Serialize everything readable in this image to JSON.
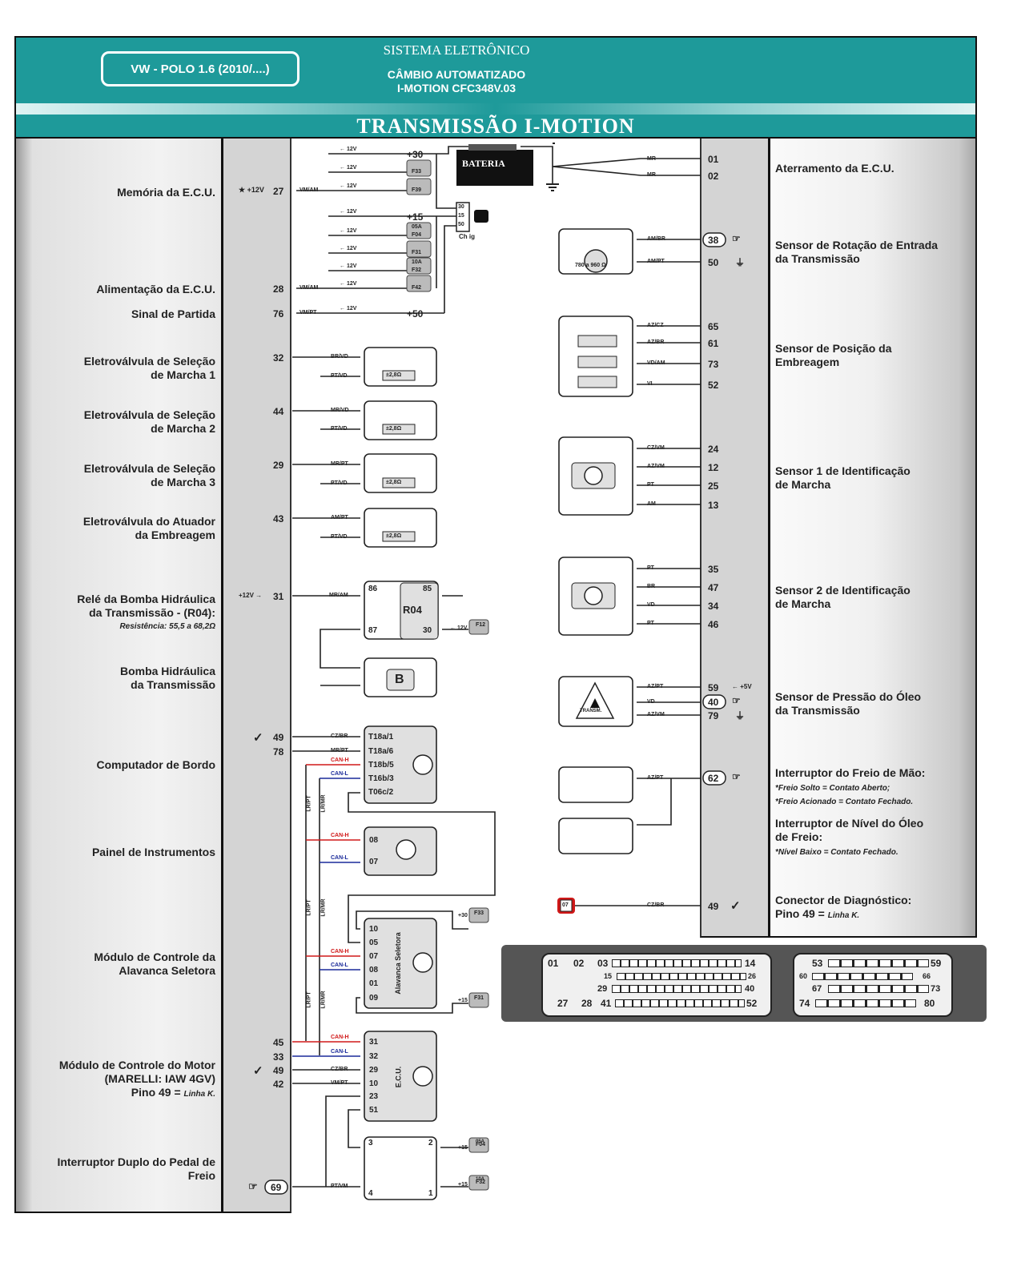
{
  "header": {
    "model": "VW - POLO 1.6 (2010/....)",
    "system": "SISTEMA ELETRÔNICO",
    "subtitle_1": "CÂMBIO AUTOMATIZADO",
    "subtitle_2": "I-MOTION CFC348V.03",
    "title": "TRANSMISSÃO I-MOTION",
    "accent_color": "#1e9a9a"
  },
  "left_labels": [
    {
      "text": "Memória da E.C.U."
    },
    {
      "text": "Alimentação da E.C.U."
    },
    {
      "text": "Sinal de Partida"
    },
    {
      "line1": "Eletroválvula de Seleção",
      "line2": "de Marcha 1"
    },
    {
      "line1": "Eletroválvula de Seleção",
      "line2": "de Marcha 2"
    },
    {
      "line1": "Eletroválvula de Seleção",
      "line2": "de Marcha 3"
    },
    {
      "line1": "Eletroválvula do Atuador",
      "line2": "da Embreagem"
    },
    {
      "line1": "Relé da Bomba Hidráulica",
      "line2": "da Transmissão - (R04):",
      "note": "Resistência: 55,5 a 68,2Ω"
    },
    {
      "line1": "Bomba Hidráulica",
      "line2": "da Transmissão"
    },
    {
      "text": "Computador de Bordo"
    },
    {
      "text": "Painel de Instrumentos"
    },
    {
      "line1": "Módulo de Controle da",
      "line2": "Alavanca Seletora"
    },
    {
      "line1": "Módulo de Controle do Motor",
      "line2": "(MARELLI: IAW 4GV)",
      "line3": "Pino 49 =",
      "note": "Linha K."
    },
    {
      "line1": "Interruptor Duplo do Pedal de",
      "line2": "Freio"
    }
  ],
  "right_labels": [
    {
      "text": "Aterramento da E.C.U."
    },
    {
      "line1": "Sensor de Rotação de Entrada",
      "line2": "da Transmissão"
    },
    {
      "line1": "Sensor de Posição da",
      "line2": "Embreagem"
    },
    {
      "line1": "Sensor 1 de Identificação",
      "line2": "de Marcha"
    },
    {
      "line1": "Sensor 2 de Identificação",
      "line2": "de Marcha"
    },
    {
      "line1": "Sensor de Pressão do Óleo",
      "line2": "da Transmissão"
    },
    {
      "line1": "Interruptor do Freio de Mão:",
      "note1": "*Freio Solto = Contato Aberto;",
      "note2": "*Freio Acionado = Contato Fechado."
    },
    {
      "line1": "Interruptor de Nível do Óleo",
      "line2": "de Freio:",
      "note1": "*Nível Baixo = Contato Fechado."
    },
    {
      "line1": "Conector de Diagnóstico:",
      "line2": "Pino 49 =",
      "note": "Linha K."
    }
  ],
  "left_pins": [
    {
      "pin": "27",
      "wire": "VM/AM",
      "marker": "★ +12V"
    },
    {
      "pin": "28",
      "wire": "VM/AM"
    },
    {
      "pin": "76",
      "wire": "VM/PT"
    },
    {
      "pin": "32",
      "wire": "BR/VD"
    },
    {
      "pin": "44",
      "wire": "MR/VD"
    },
    {
      "pin": "29",
      "wire": "MR/PT"
    },
    {
      "pin": "43",
      "wire": "AM/PT"
    },
    {
      "pin": "31",
      "wire": "MR/AM",
      "marker": "+12V →"
    },
    {
      "pin": "49",
      "wire": "CZ/BR",
      "marker": "✓"
    },
    {
      "pin": "78",
      "wire": "MR/PT"
    },
    {
      "pin": "45",
      "wire": "CAN-H"
    },
    {
      "pin": "33",
      "wire": "CAN-L"
    },
    {
      "pin": "49",
      "wire": "CZ/BR",
      "marker": "✓"
    },
    {
      "pin": "42",
      "wire": "VM/PT"
    },
    {
      "pin": "69",
      "wire": "PT/VM",
      "marker": "☞"
    }
  ],
  "right_pins": [
    {
      "pin": "01",
      "wire": "MR"
    },
    {
      "pin": "02",
      "wire": "MR"
    },
    {
      "pin": "38",
      "wire": "AM/BR",
      "marker": "☞"
    },
    {
      "pin": "50",
      "wire": "AM/PT",
      "marker": "⏚"
    },
    {
      "pin": "65",
      "wire": "AZ/CZ"
    },
    {
      "pin": "61",
      "wire": "AZ/BR"
    },
    {
      "pin": "73",
      "wire": "VD/AM"
    },
    {
      "pin": "52",
      "wire": "VI"
    },
    {
      "pin": "24",
      "wire": "CZ/VM"
    },
    {
      "pin": "12",
      "wire": "AZ/VM"
    },
    {
      "pin": "25",
      "wire": "PT"
    },
    {
      "pin": "13",
      "wire": "AM"
    },
    {
      "pin": "35",
      "wire": "PT"
    },
    {
      "pin": "47",
      "wire": "BR"
    },
    {
      "pin": "34",
      "wire": "VD"
    },
    {
      "pin": "46",
      "wire": "PT"
    },
    {
      "pin": "59",
      "wire": "AZ/PT",
      "marker": "← +5V"
    },
    {
      "pin": "40",
      "wire": "VD",
      "marker": "☞"
    },
    {
      "pin": "79",
      "wire": "AZ/VM",
      "marker": "⏚"
    },
    {
      "pin": "62",
      "wire": "AZ/PT",
      "marker": "☞"
    },
    {
      "pin": "49",
      "wire": "CZ/BR",
      "marker": "✓"
    }
  ],
  "power": {
    "battery": "BATERIA",
    "lines": [
      "+30",
      "+15",
      "+50"
    ],
    "voltage": "← 12V",
    "fuses_top": [
      "F33",
      "F39"
    ],
    "fuses_mid": [
      {
        "id": "F04",
        "amp": "05A"
      },
      {
        "id": "F31"
      },
      {
        "id": "F32",
        "amp": "10A"
      },
      {
        "id": "F42"
      }
    ],
    "ignition_label": "Ch ig",
    "ignition_pins": [
      "30",
      "15",
      "50"
    ]
  },
  "solenoid_resistance": "±2,8Ω",
  "solenoid_ground_wire": "PT/VD",
  "rotation_sensor_resistance": "780 a 960 Ω",
  "relay": {
    "name": "R04",
    "pins": [
      "86",
      "85",
      "87",
      "30"
    ],
    "fuse": "F12",
    "voltage": "← 12V"
  },
  "pump_label": "B",
  "pressure_sensor_label": "TRANSM.",
  "board_computer_pins": [
    "T18a/1",
    "T18a/6",
    "T18b/5",
    "T16b/3",
    "T06c/2"
  ],
  "panel_pins": [
    "08",
    "07"
  ],
  "selector_module": {
    "label": "Alavanca Seletora",
    "pins": [
      "10",
      "05",
      "07",
      "08",
      "01",
      "09"
    ],
    "fuse_top": {
      "id": "F33",
      "line": "+30"
    },
    "fuse_bottom": {
      "id": "F31",
      "line": "+15"
    }
  },
  "ecu_module": {
    "label": "E.C.U.",
    "pins": [
      "31",
      "32",
      "29",
      "10",
      "23",
      "51"
    ]
  },
  "brake_switch": {
    "pins": [
      "3",
      "2",
      "4",
      "1"
    ],
    "fuse_top": {
      "id": "F04",
      "amp": "05A",
      "line": "+15"
    },
    "fuse_bottom": {
      "id": "F32",
      "amp": "10A",
      "line": "+15"
    }
  },
  "bus_wires": [
    "LR/PT",
    "LR/MR"
  ],
  "can": {
    "high": "CAN-H",
    "low": "CAN-L",
    "high_color": "#d01818",
    "low_color": "#1a2a9a"
  },
  "diag_connector_pin": "07",
  "connector": {
    "block1": {
      "row1": [
        "01",
        "02",
        "03",
        "14"
      ],
      "row2": [
        "15",
        "26"
      ],
      "row3": [
        "29",
        "40"
      ],
      "row4": [
        "27",
        "28",
        "41",
        "52"
      ]
    },
    "block2": {
      "row1": [
        "53",
        "59"
      ],
      "row2": [
        "60",
        "66"
      ],
      "row3": [
        "67",
        "73"
      ],
      "row4": [
        "74",
        "80"
      ]
    }
  }
}
